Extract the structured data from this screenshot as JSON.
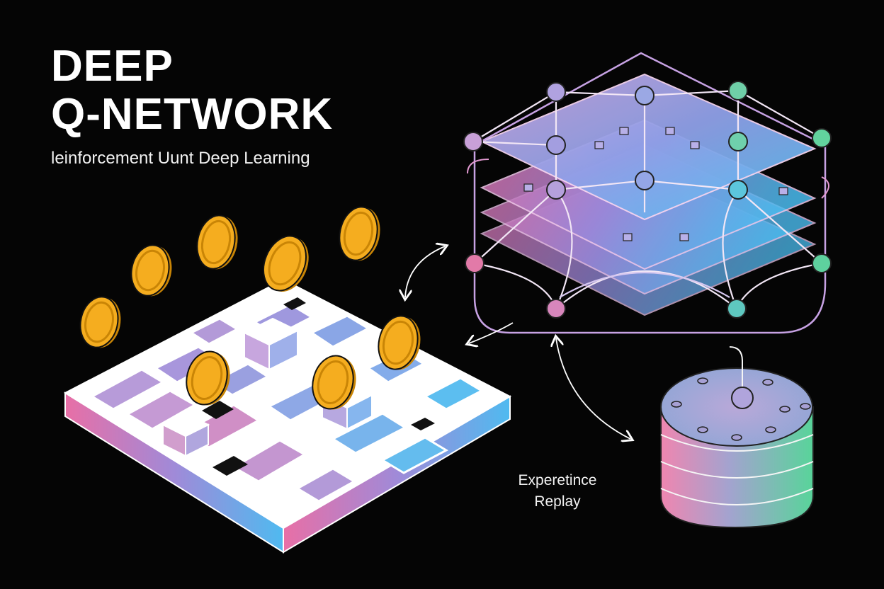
{
  "title": {
    "line1": "DEEP",
    "line2": "Q-NETWORK"
  },
  "subtitle": "leinforcement Uunt  Deep Learning",
  "replay": {
    "line1": "Experetince",
    "line2": "Replay"
  },
  "colors": {
    "background": "#050505",
    "coin": "#f5ad1f",
    "coin_edge": "#c98506",
    "gradient_pink": "#e86fa6",
    "gradient_purple": "#9f86d8",
    "gradient_blue": "#5ab8ee",
    "gradient_green": "#5fd49a",
    "line": "#ffffff"
  },
  "icons": {
    "maze": "isometric-maze-icon",
    "coin": "gold-coin-icon",
    "network": "layered-neural-network-icon",
    "database": "stacked-database-icon",
    "arrow": "curved-double-arrow-icon"
  }
}
